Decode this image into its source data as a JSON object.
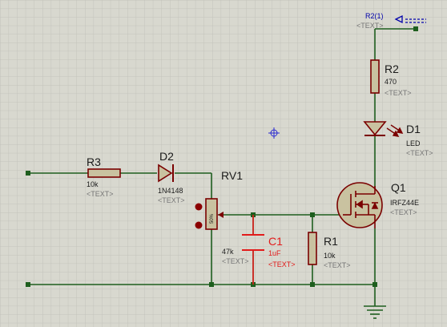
{
  "colors": {
    "background": "#d8d8cf",
    "grid": "#c3c3bb",
    "wire": "#1e5e1e",
    "component": "#7a0000",
    "component_fill": "#c9c2a0",
    "highlight": "#e21b1b",
    "terminal": "#0000aa",
    "placeholder": "#777777"
  },
  "placeholder": "<TEXT>",
  "components": {
    "r3": {
      "ref": "R3",
      "value": "10k"
    },
    "d2": {
      "ref": "D2",
      "value": "1N4148"
    },
    "rv1": {
      "ref": "RV1",
      "value": "47k",
      "dial": "50%"
    },
    "c1": {
      "ref": "C1",
      "value": "1uF"
    },
    "r1": {
      "ref": "R1",
      "value": "10k"
    },
    "q1": {
      "ref": "Q1",
      "value": "IRFZ44E"
    },
    "r2": {
      "ref": "R2",
      "value": "470"
    },
    "d1": {
      "ref": "D1",
      "value": "LED"
    },
    "terminal": {
      "ref": "R2(1)"
    }
  },
  "icons": [
    "crosshair-icon",
    "ground-icon",
    "terminal-icon",
    "node-dot-icon"
  ]
}
